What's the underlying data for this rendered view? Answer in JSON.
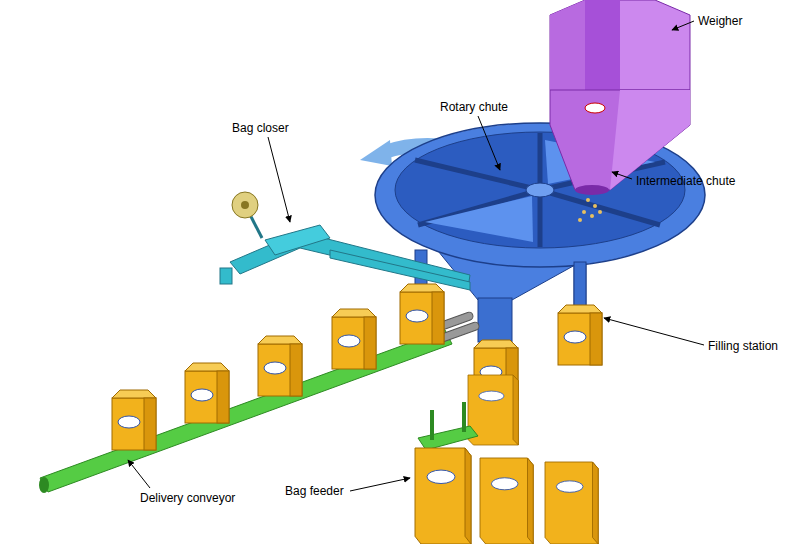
{
  "diagram": {
    "labels": [
      "Rotary chute",
      "Weigher",
      "Intermediate chute",
      "Filling station",
      "Bag closer",
      "Delivery conveyor",
      "Bag feeder"
    ]
  }
}
